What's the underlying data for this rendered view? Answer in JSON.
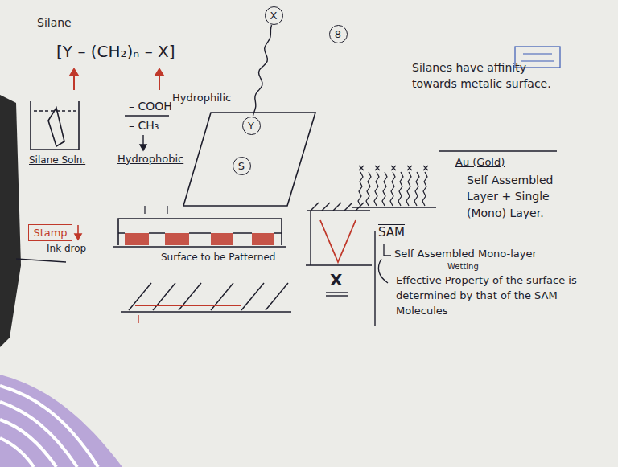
{
  "diagram": {
    "nodes": [
      {
        "text": [
          "X"
        ]
      },
      {
        "text": [
          "8"
        ]
      },
      {
        "text": [
          "Y"
        ]
      },
      {
        "text": [
          "S"
        ]
      },
      {
        "text": [
          "Stamp"
        ]
      }
    ],
    "edges": [
      {
        "from": 2,
        "to": 0,
        "arrow": "none"
      }
    ],
    "labels": [
      "Silane",
      "[Y – (CH₂)ₙ – X]",
      "Silane Soln.",
      "– COOH",
      "– CH₃",
      "Hydrophobic",
      "Hydrophilic",
      "Silanes have affinity towards metalic surface.",
      "Au (Gold)",
      "Self Assembled Layer + Single (Mono) Layer.",
      "Ink drop",
      "Surface to be Patterned",
      "X",
      "SAM",
      "Self Assembled Mono-layer",
      "Wetting",
      "Effective Property of the surface is determined by that of the SAM Molecules"
    ]
  }
}
